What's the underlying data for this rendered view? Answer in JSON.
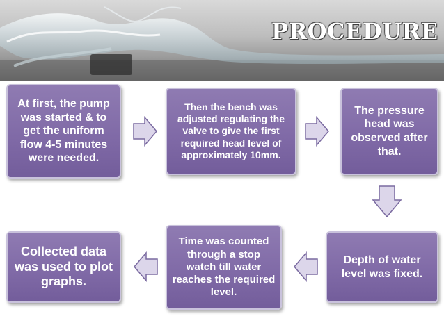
{
  "header": {
    "title": "PROCEDURE"
  },
  "steps": [
    {
      "text": "At first, the pump was started & to get the uniform flow 4-5 minutes were needed."
    },
    {
      "text": "Then the bench was adjusted regulating the valve to give the first required head level of approximately 10mm."
    },
    {
      "text": "The pressure head was observed after that."
    },
    {
      "text": "Depth of water level was fixed."
    },
    {
      "text": "Time was counted through a stop watch till water reaches the required level."
    },
    {
      "text": "Collected data was used to plot graphs."
    }
  ],
  "colors": {
    "box_fill": "#7f69a6",
    "box_border": "#c9c2dc",
    "arrow_fill": "#dcd6ea",
    "arrow_stroke": "#7a6aa0"
  }
}
